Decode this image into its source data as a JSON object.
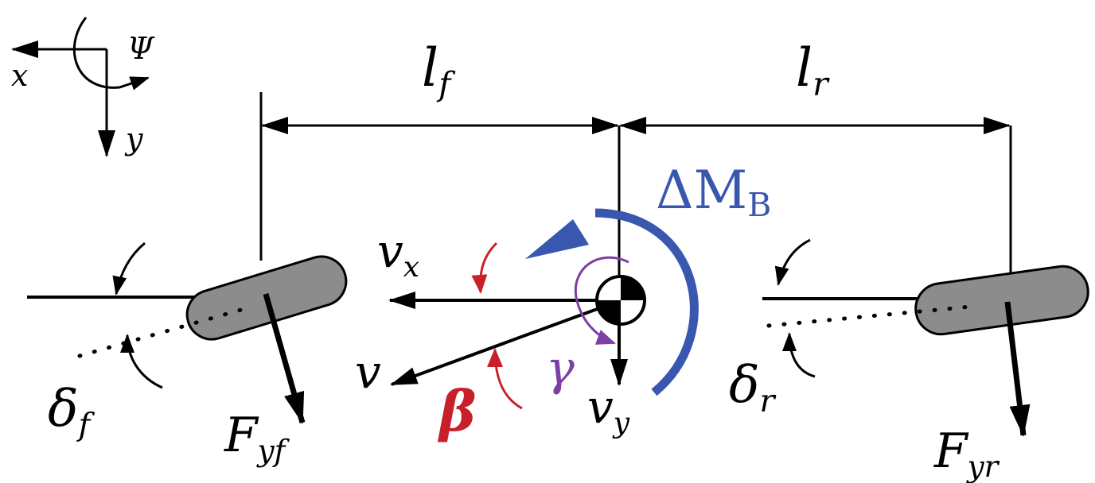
{
  "labels": {
    "axis_x": "x",
    "axis_y": "y",
    "axis_psi": "Ψ",
    "lf_main": "l",
    "lf_sub": "f",
    "lr_main": "l",
    "lr_sub": "r",
    "dmb_main": "ΔM",
    "dmb_sub": "B",
    "vx_main": "v",
    "vx_sub": "x",
    "vy_main": "v",
    "vy_sub": "y",
    "v": "v",
    "beta": "β",
    "gamma": "γ",
    "delta_f_main": "δ",
    "delta_f_sub": "f",
    "delta_r_main": "δ",
    "delta_r_sub": "r",
    "fyf_main": "F",
    "fyf_sub": "yf",
    "fyr_main": "F",
    "fyr_sub": "yr"
  },
  "colors": {
    "line": "#000000",
    "tire_fill": "#8c8c8c",
    "moment": "#3a57b0",
    "beta": "#c8202a",
    "gamma": "#7b3fa6"
  }
}
